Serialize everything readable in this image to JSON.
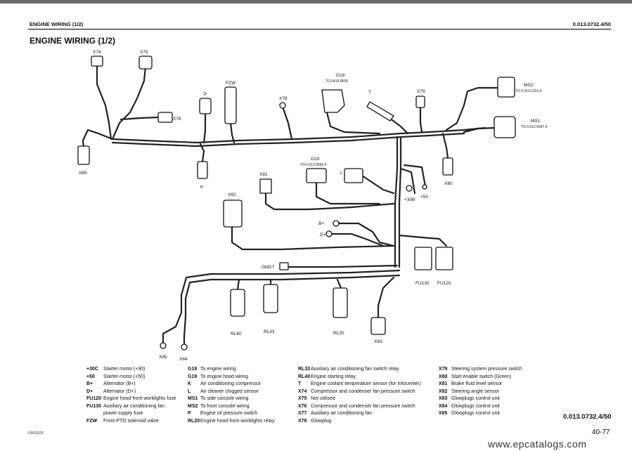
{
  "header": {
    "left": "ENGINE WIRING (1/2)",
    "right": "0.013.0732.4/50"
  },
  "title": "ENGINE WIRING (1/2)",
  "components": {
    "X74": "X74",
    "X75": "X75",
    "X76": "X76",
    "X85": "X85",
    "X84": "X84",
    "P": "P",
    "FZW": "FZW",
    "K": "K",
    "X78": "X78",
    "G18": "G18",
    "G18_ref": "TO 0419.9669",
    "T": "T",
    "X79": "X79",
    "MS2": "MS2",
    "MS2_ref": "TO 0.013.1201.4",
    "MS1": "MS1",
    "MS1_ref": "TO 0.012.5957.4",
    "X80": "X80",
    "X81": "X81",
    "G19": "G19",
    "G19_ref": "TO 0.013.0663.4",
    "L": "L",
    "X82": "X82",
    "plus30B": "+30B",
    "plus50": "+50",
    "Bplus": "B+",
    "Dplus": "D+",
    "GND7": "GND7",
    "FU130": "FU130",
    "FU120": "FU120",
    "RL40": "RL40",
    "RL33": "RL33",
    "RL20": "RL20",
    "X83": "X83"
  },
  "legend": {
    "col1": [
      {
        "code": "+30C",
        "desc": "Starter motor (+30)"
      },
      {
        "code": "+50",
        "desc": "Starter motor (+50)"
      },
      {
        "code": "B+",
        "desc": "Alternator (B+)"
      },
      {
        "code": "D+",
        "desc": "Alternator (D+)"
      },
      {
        "code": "FU120",
        "desc": "Engine hood front worklights fuse"
      },
      {
        "code": "FU130",
        "desc": "Auxiliary air conditioning fan"
      },
      {
        "code": "",
        "desc": "power supply fuse"
      },
      {
        "code": "FZW",
        "desc": "Front PTO solenoid valve"
      }
    ],
    "col2": [
      {
        "code": "G18",
        "desc": "To engine wiring"
      },
      {
        "code": "G19",
        "desc": "To engine hood wiring"
      },
      {
        "code": "K",
        "desc": "Air conditioning compressor"
      },
      {
        "code": "L",
        "desc": "Air cleaner clogged sensor"
      },
      {
        "code": "MS1",
        "desc": "To side console wiring"
      },
      {
        "code": "MS2",
        "desc": "To front console wiring"
      },
      {
        "code": "P",
        "desc": "Engine oil pressure switch"
      },
      {
        "code": "RL20",
        "desc": "Engine hood front worklights relay"
      }
    ],
    "col3": [
      {
        "code": "RL33",
        "desc": "Auxiliary air conditioning fan switch relay"
      },
      {
        "code": "RL40",
        "desc": "Engine starting relay"
      },
      {
        "code": "T",
        "desc": "Engine coolant temperature sensor (for Infocenter)"
      },
      {
        "code": "X74",
        "desc": "Compressor and condenser fan pressure switch"
      },
      {
        "code": "X75",
        "desc": "Not utilised"
      },
      {
        "code": "X76",
        "desc": "Compressor and condenser fan pressure switch"
      },
      {
        "code": "X77",
        "desc": "Auxiliary air conditioning fan"
      },
      {
        "code": "X78",
        "desc": "Glowplug"
      }
    ],
    "col4": [
      {
        "code": "X79",
        "desc": "Steering system pressure switch"
      },
      {
        "code": "X80",
        "desc": "Start enable switch (Green)"
      },
      {
        "code": "X81",
        "desc": "Brake fluid level sensor"
      },
      {
        "code": "X82",
        "desc": "Steering angle sensor"
      },
      {
        "code": "X83",
        "desc": "Glowplugs control unit"
      },
      {
        "code": "X84",
        "desc": "Glowplugs control unit"
      },
      {
        "code": "X85",
        "desc": "Glowplugs control unit"
      }
    ]
  },
  "footer": {
    "reference": "0.013.0732.4/50",
    "doc_number": "D0016/26",
    "page": "40-77",
    "watermark": "www.epcatalogs.com"
  }
}
